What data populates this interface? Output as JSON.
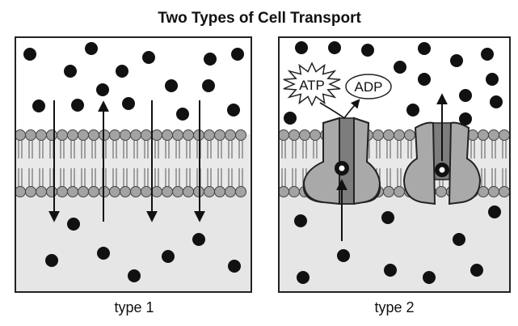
{
  "title": "Two Types of Cell Transport",
  "panels": [
    {
      "caption": "type 1"
    },
    {
      "caption": "type 2"
    }
  ],
  "labels": {
    "atp": "ATP",
    "adp": "ADP"
  },
  "colors": {
    "outside": "#ffffff",
    "inside": "#e6e6e6",
    "membrane_core": "#e9e9e9",
    "phospholipid_head": "#a3a3a3",
    "protein_light": "#a9a9a9",
    "protein_dark": "#7d7d7d",
    "particle": "#111111",
    "border": "#222222"
  }
}
